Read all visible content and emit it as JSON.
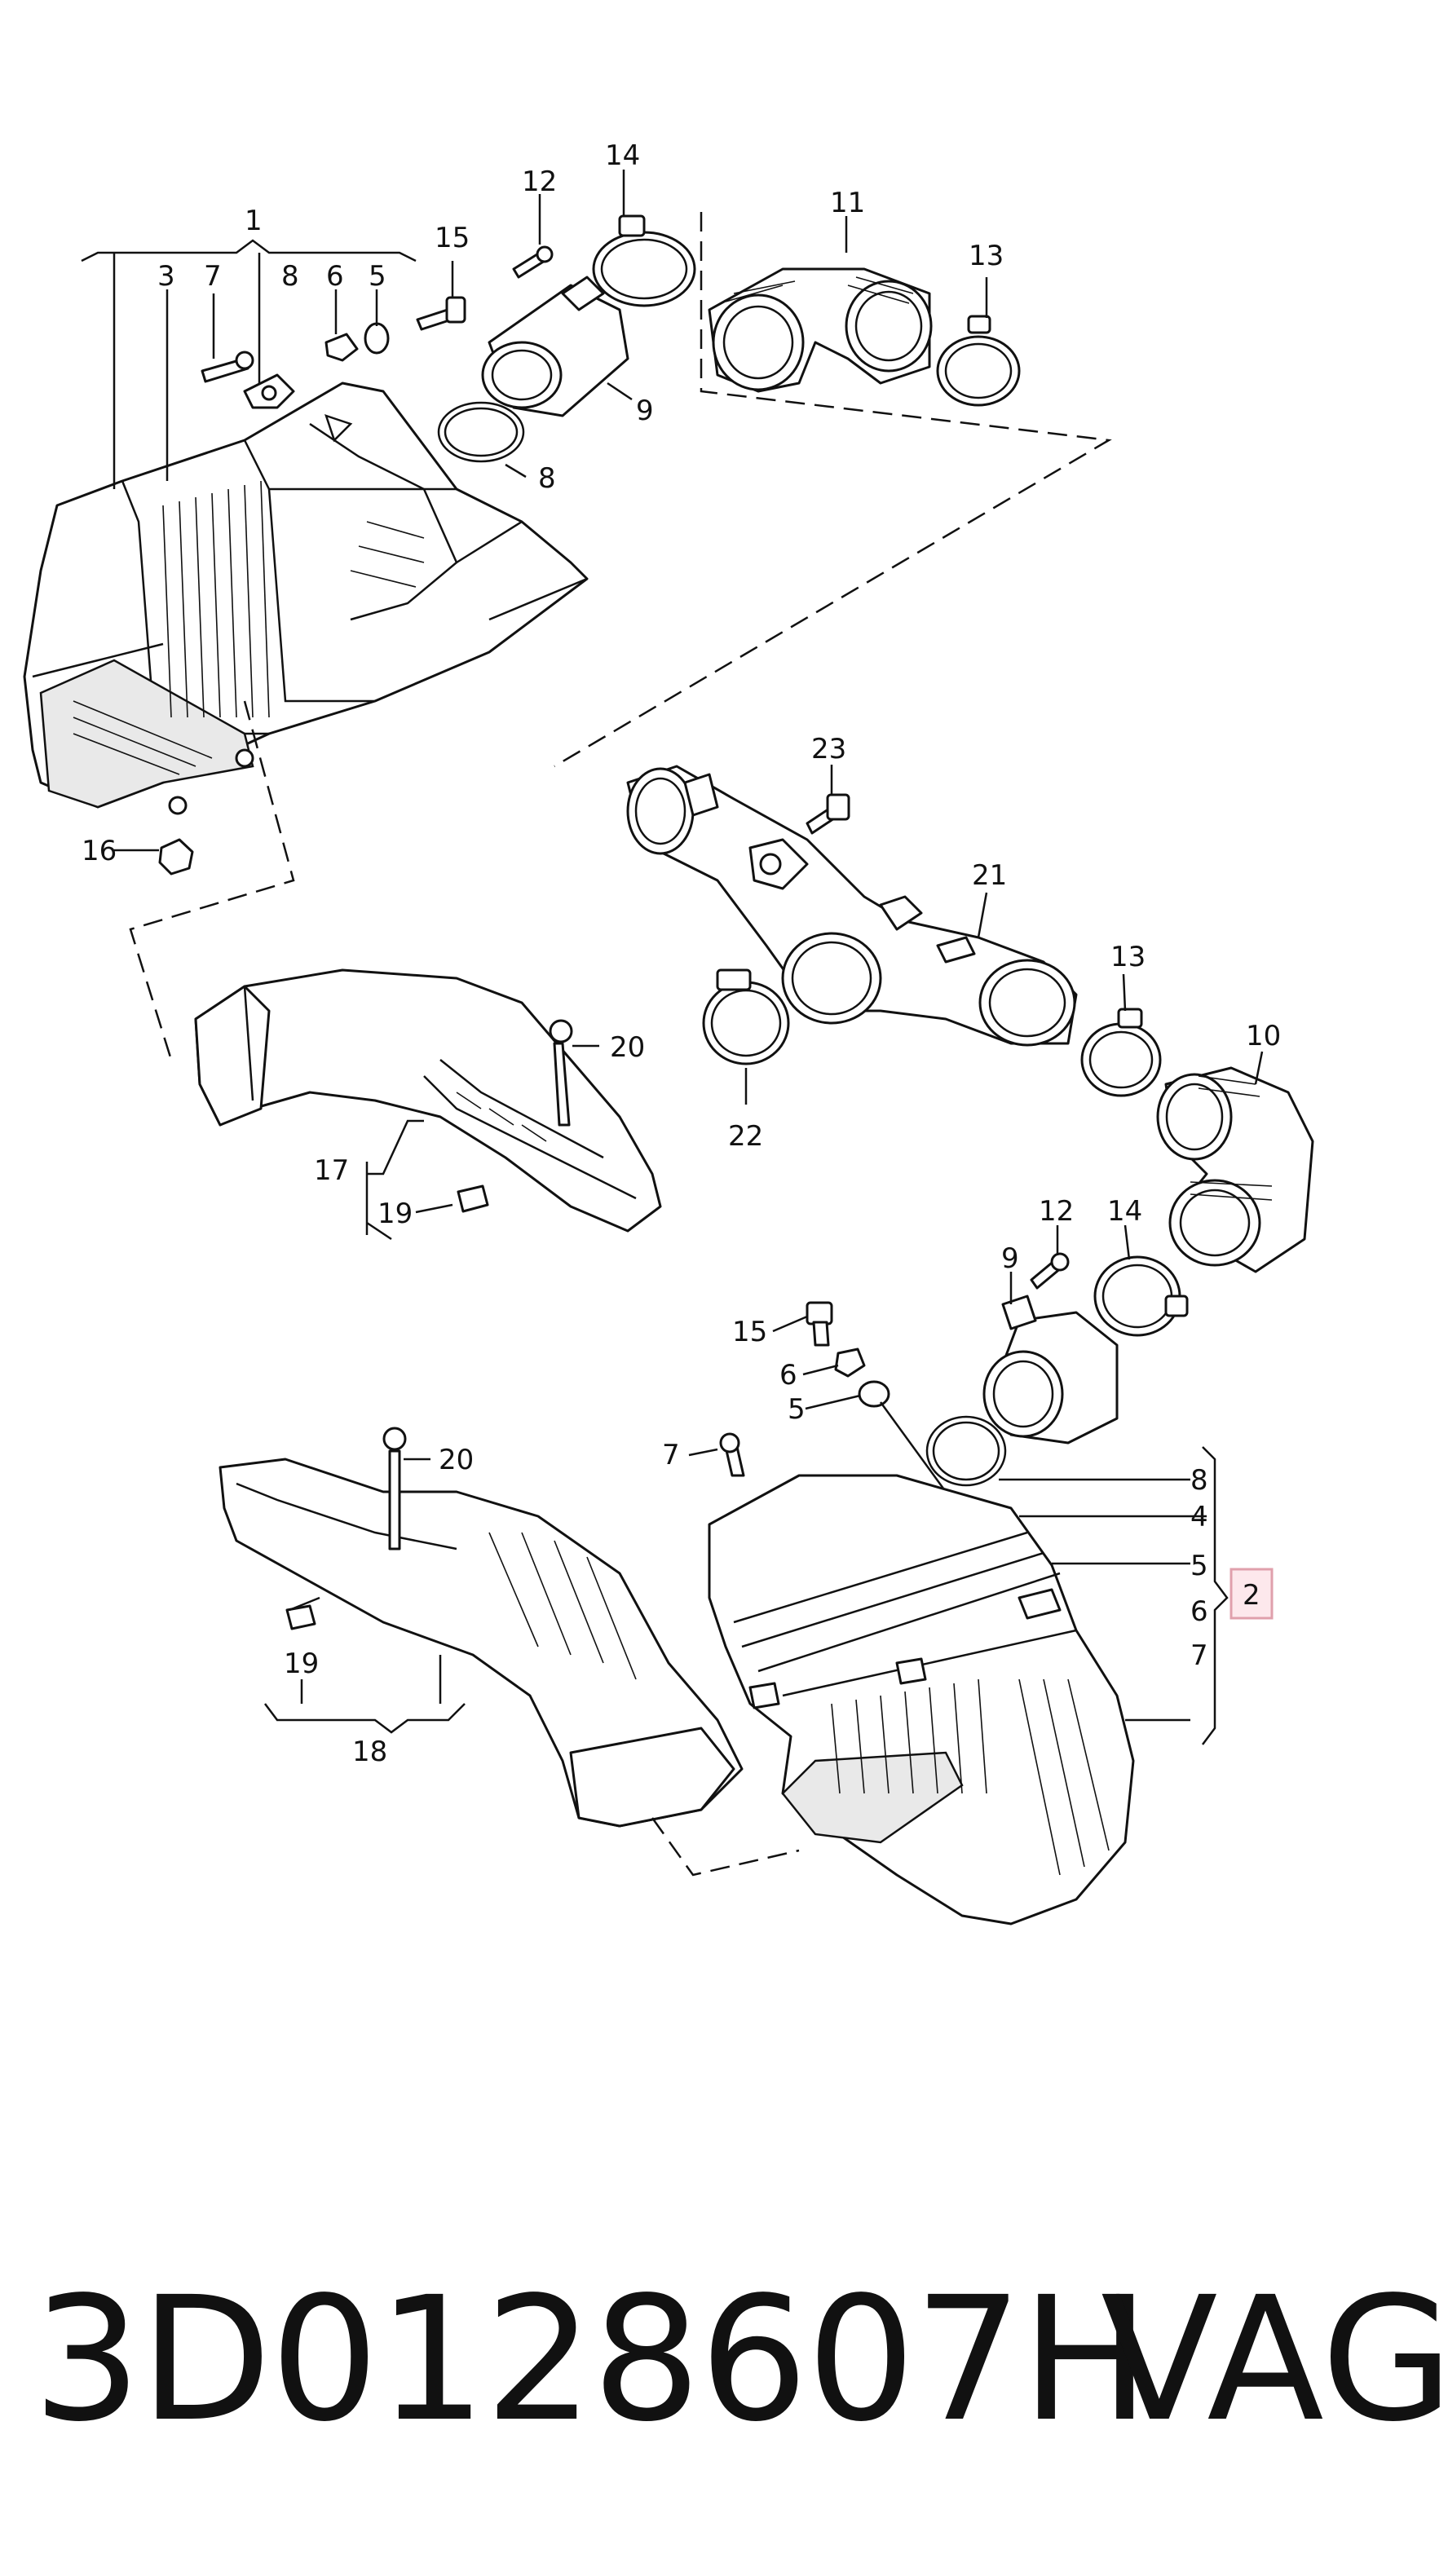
{
  "labels": {
    "top": {
      "l1": "1",
      "l3": "3",
      "l7": "7",
      "l8a": "8",
      "l6": "6",
      "l5": "5",
      "l15": "15",
      "l12": "12",
      "l14": "14",
      "l9": "9",
      "l8b": "8",
      "l11": "11",
      "l13": "13",
      "l16": "16"
    },
    "middle": {
      "l23": "23",
      "l21": "21",
      "l13": "13",
      "l10": "10",
      "l22": "22",
      "l20": "20",
      "l17": "17",
      "l19": "19"
    },
    "bottom": {
      "l12": "12",
      "l14": "14",
      "l9": "9",
      "l15": "15",
      "l6": "6",
      "l5": "5",
      "l7": "7",
      "l8": "8",
      "l4": "4",
      "l5b": "5",
      "l6b": "6",
      "l7b": "7",
      "l2": "2",
      "l20": "20",
      "l19": "19",
      "l18": "18"
    }
  },
  "footer": {
    "part_number": "3D0128607H",
    "brand": "VAG"
  }
}
